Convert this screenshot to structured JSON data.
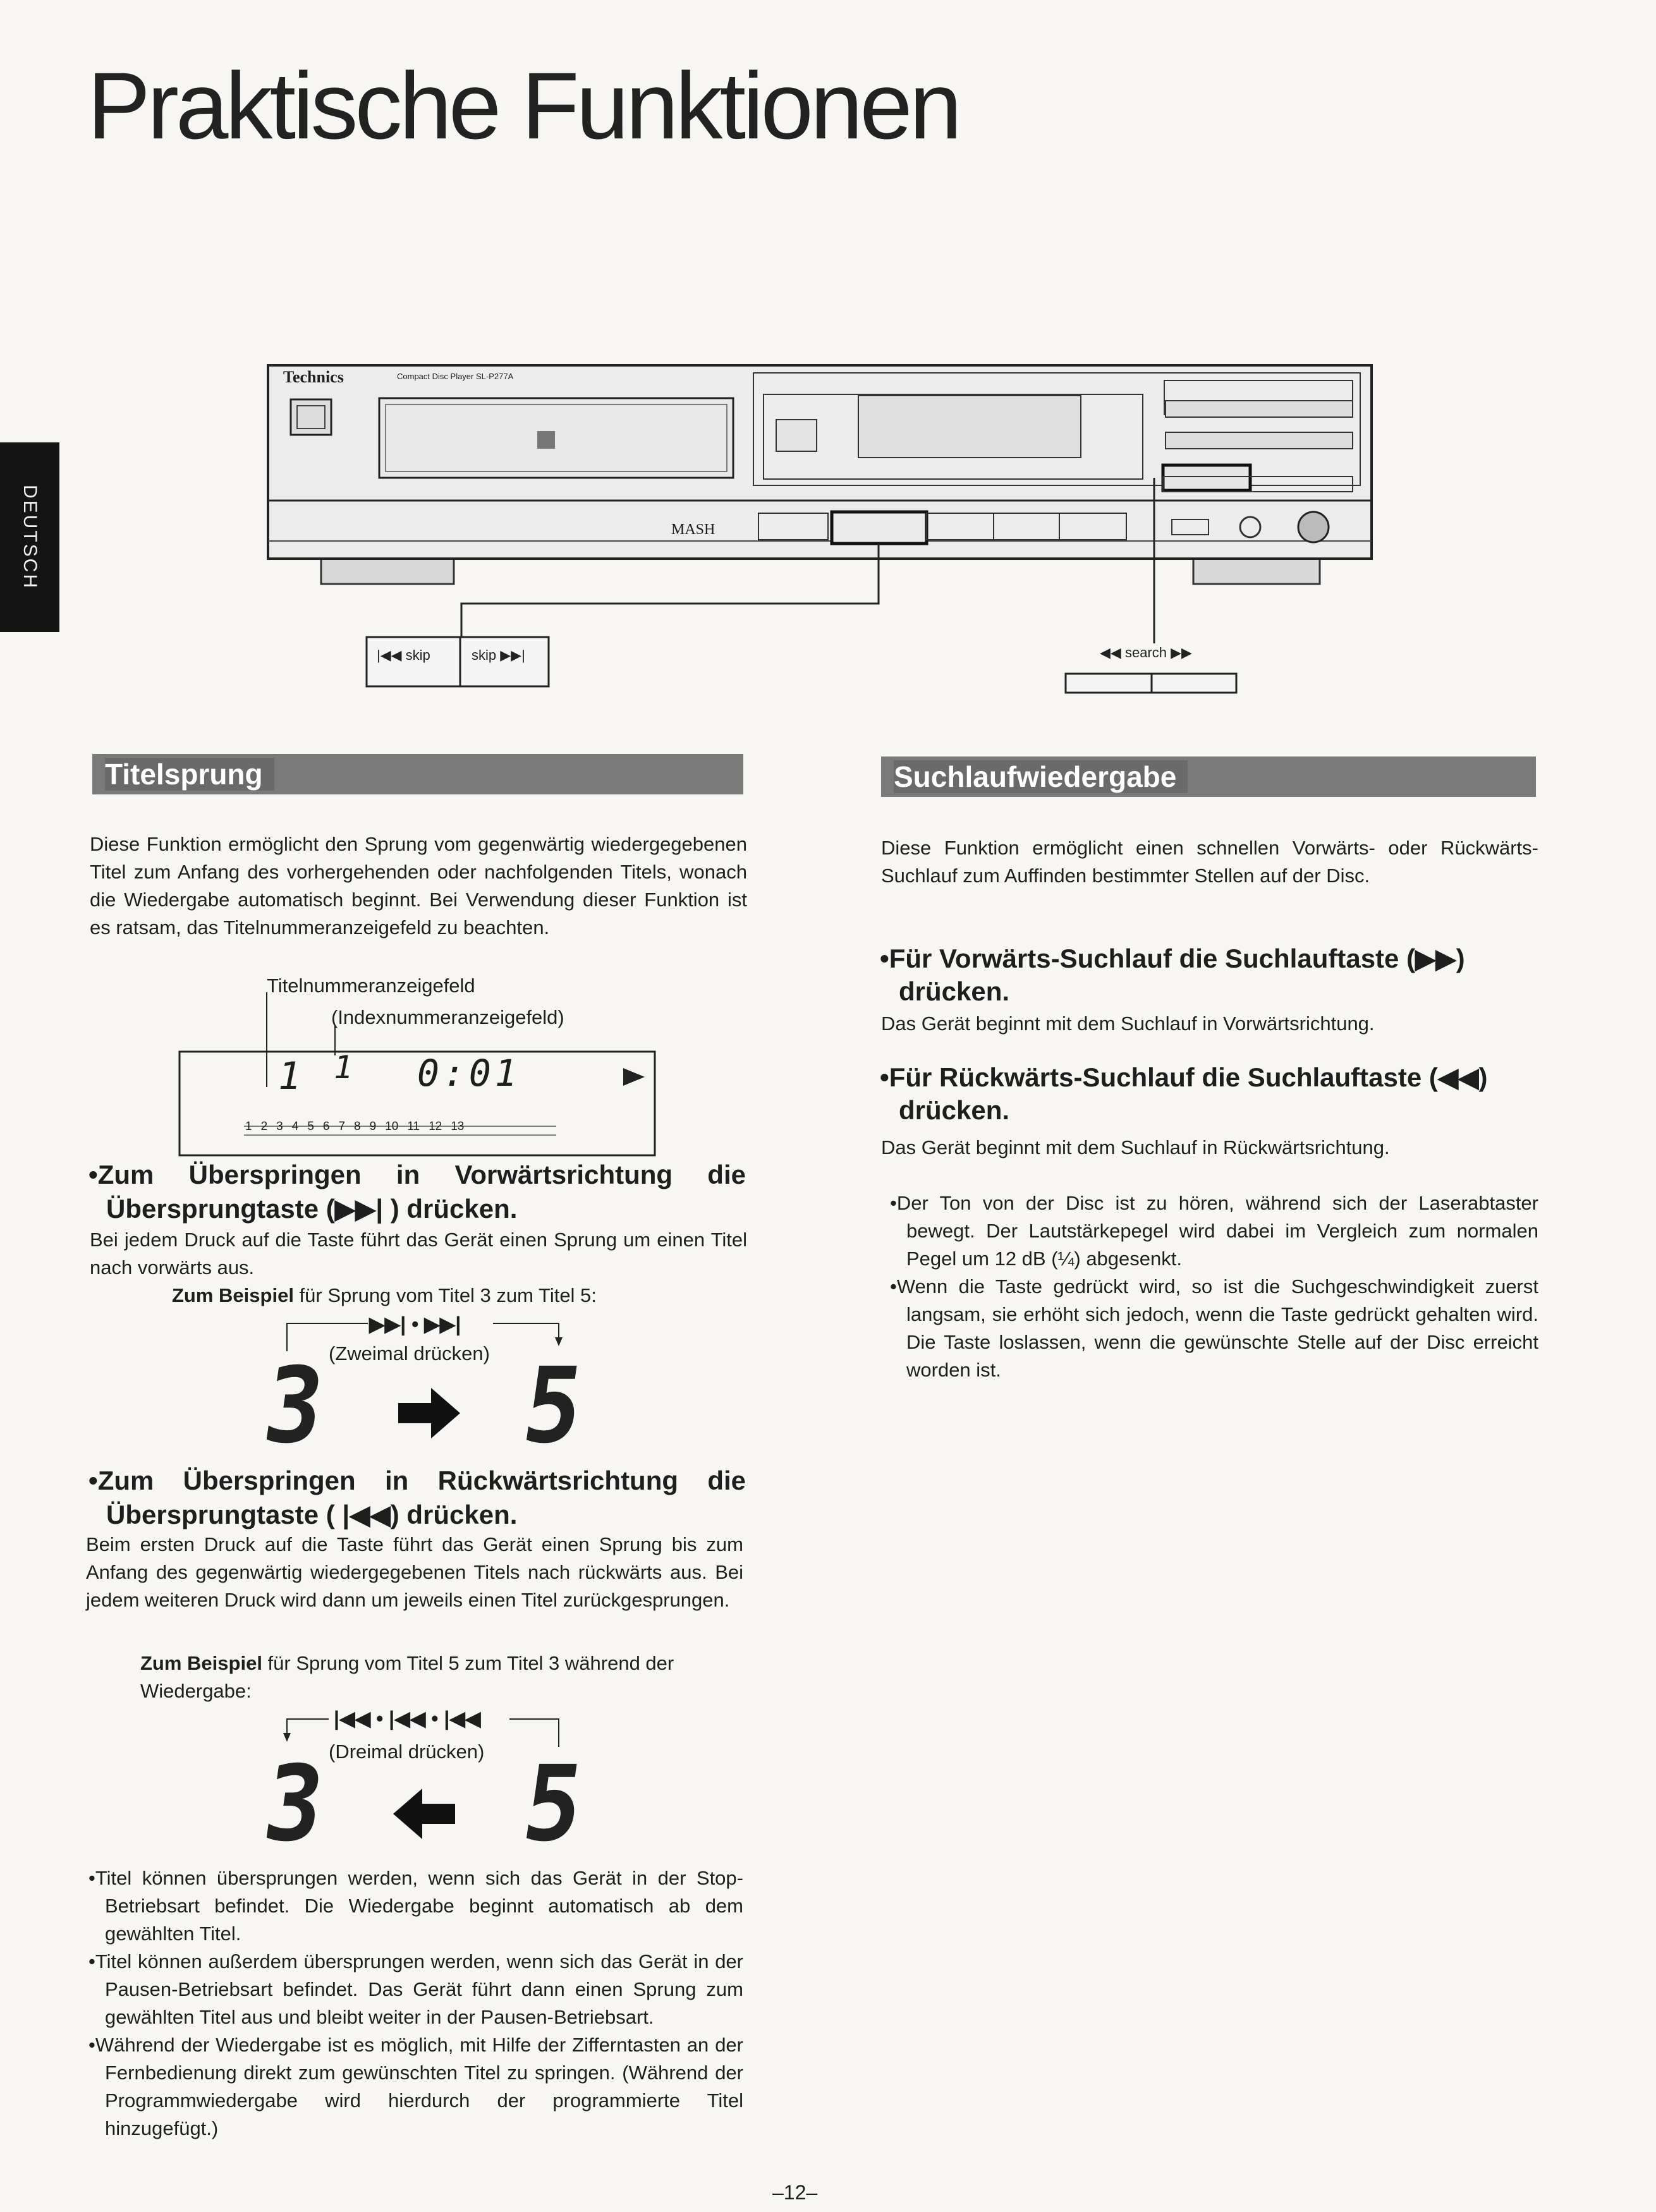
{
  "page_title": "Praktische Funktionen",
  "side_tab": "DEUTSCH",
  "device": {
    "brand": "Technics",
    "model": "Compact Disc Player  SL-P277A",
    "mash_logo": "MASH",
    "skip_back_label": "skip",
    "skip_fwd_label": "skip",
    "search_label": "search"
  },
  "left": {
    "section_title": "Titelsprung",
    "intro": "Diese Funktion ermöglicht den Sprung vom gegenwärtig wiedergegebenen Titel zum Anfang des vorhergehenden oder nachfolgenden Titels, wonach die Wiedergabe automatisch beginnt. Bei Verwendung dieser Funktion ist es ratsam, das Titelnummeranzeigefeld zu beachten.",
    "display_label_title": "Titelnummeranzeigefeld",
    "display_label_index": "(Indexnummeranzeigefeld)",
    "display_time": "0:01",
    "display_track": "1",
    "display_index": "1",
    "track_calendar": [
      "1",
      "2",
      "3",
      "4",
      "5",
      "6",
      "7",
      "8",
      "9",
      "10",
      "11",
      "12",
      "13"
    ],
    "fwd_heading_1": "•Zum Überspringen in Vorwärtsrichtung die",
    "fwd_heading_2": "Übersprungtaste (▶▶| ) drücken.",
    "fwd_text": "Bei jedem Druck auf die Taste führt das Gerät einen Sprung um einen Titel nach vorwärts aus.",
    "fwd_example_bold": "Zum Beispiel",
    "fwd_example_rest": " für Sprung vom Titel 3 zum Titel 5:",
    "fwd_keys": "▶▶| • ▶▶|",
    "fwd_press": "(Zweimal drücken)",
    "fwd_from": "3",
    "fwd_to": "5",
    "bwd_heading_1": "•Zum Überspringen in Rückwärtsrichtung die",
    "bwd_heading_2": "Übersprungtaste ( |◀◀) drücken.",
    "bwd_text": "Beim ersten Druck auf die Taste führt das Gerät einen Sprung bis zum Anfang des gegenwärtig wiedergegebenen Titels nach rückwärts aus. Bei jedem weiteren Druck wird dann um jeweils einen Titel zurückgesprungen.",
    "bwd_example_bold": "Zum Beispiel",
    "bwd_example_rest": " für Sprung vom Titel 5 zum Titel 3 während der Wiedergabe:",
    "bwd_keys": "|◀◀ • |◀◀ • |◀◀",
    "bwd_press": "(Dreimal drücken)",
    "bwd_from": "3",
    "bwd_to": "5",
    "notes": [
      "•Titel können übersprungen werden, wenn sich das Gerät in der Stop-Betriebsart befindet. Die Wiedergabe beginnt automatisch ab dem gewählten Titel.",
      "•Titel können außerdem übersprungen werden, wenn sich das Gerät in der Pausen-Betriebsart befindet. Das Gerät führt dann einen Sprung zum gewählten Titel aus und bleibt weiter in der Pausen-Betriebsart.",
      "•Während der Wiedergabe ist es möglich, mit Hilfe der Zifferntasten an der Fernbedienung direkt zum gewünschten Titel zu springen. (Während der Programmwiedergabe wird hierdurch der programmierte Titel hinzugefügt.)"
    ]
  },
  "right": {
    "section_title": "Suchlaufwiedergabe",
    "intro": "Diese Funktion ermöglicht einen schnellen Vorwärts- oder Rückwärts-Suchlauf zum Auffinden bestimmter Stellen auf der Disc.",
    "fwd_heading_1": "•Für Vorwärts-Suchlauf die Suchlauftaste (▶▶)",
    "fwd_heading_2": "drücken.",
    "fwd_text": "Das Gerät beginnt mit dem Suchlauf in Vorwärtsrichtung.",
    "bwd_heading_1": "•Für Rückwärts-Suchlauf die Suchlauftaste (◀◀)",
    "bwd_heading_2": "drücken.",
    "bwd_text": "Das Gerät beginnt mit dem Suchlauf in Rückwärtsrichtung.",
    "notes": [
      "•Der Ton von der Disc ist zu hören, während sich der Laserabtaster bewegt. Der Lautstärkepegel wird dabei im Vergleich zum normalen Pegel um 12 dB (¼) abgesenkt.",
      "•Wenn die Taste gedrückt wird, so ist die Suchgeschwindigkeit zuerst langsam, sie erhöht sich jedoch, wenn die Taste gedrückt gehalten wird. Die Taste loslassen, wenn die gewünschte Stelle auf der Disc erreicht worden ist."
    ]
  },
  "page_number": "–12–"
}
